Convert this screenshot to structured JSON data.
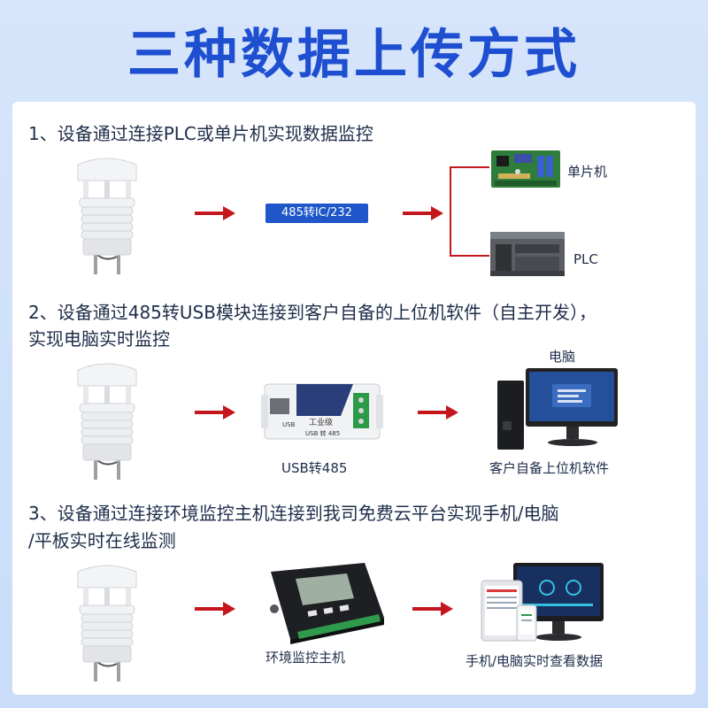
{
  "title": "三种数据上传方式",
  "colors": {
    "accent": "#1e4fd0",
    "arrow": "#c4161c",
    "tag": "#1f56c9"
  },
  "section1": {
    "heading": "1、设备通过连接PLC或单片机实现数据监控",
    "converter_label": "485转IC/232",
    "target_top_label": "单片机",
    "target_bottom_label": "PLC"
  },
  "section2": {
    "heading_line1": "2、设备通过485转USB模块连接到客户自备的上位机软件（自主开发），",
    "heading_line2": "实现电脑实时监控",
    "module_label": "USB转485",
    "module_print_1": "工业级",
    "module_print_2": "USB 转 485",
    "module_side": "USB",
    "computer_top_label": "电脑",
    "computer_bottom_label": "客户自备上位机软件"
  },
  "section3": {
    "heading_line1": "3、设备通过连接环境监控主机连接到我司免费云平台实现手机/电脑",
    "heading_line2": "/平板实时在线监测",
    "host_label": "环境监控主机",
    "devices_label": "手机/电脑实时查看数据"
  }
}
